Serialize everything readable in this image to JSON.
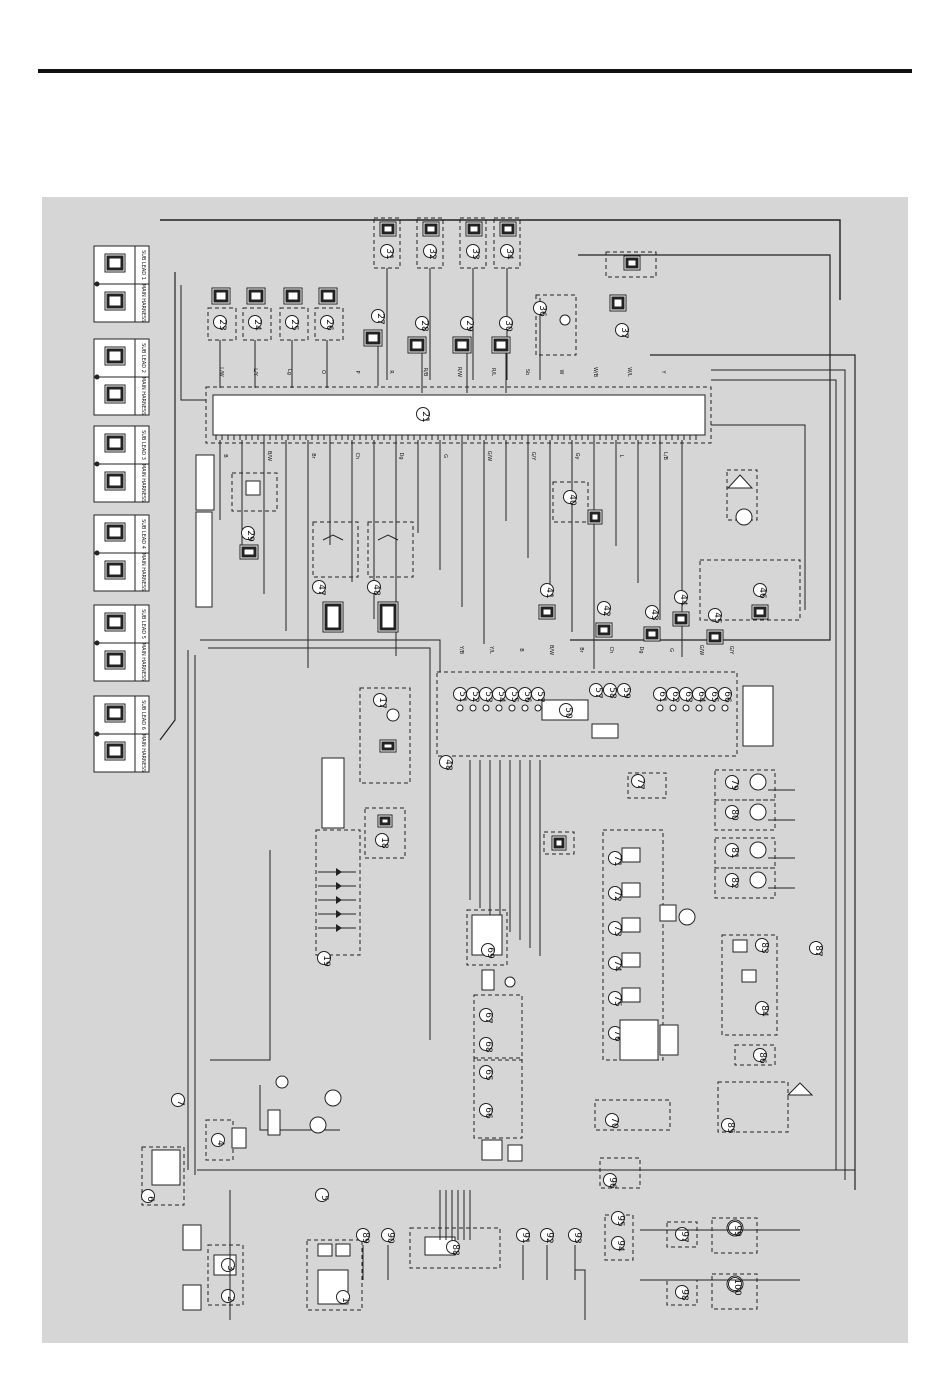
{
  "diagram": {
    "ecu_label": "21",
    "connector_numbers": [
      "1",
      "2",
      "3",
      "4",
      "5",
      "6",
      "7",
      "8",
      "9",
      "10",
      "11",
      "12",
      "13",
      "14",
      "15",
      "16",
      "17",
      "18",
      "19",
      "20",
      "21",
      "22",
      "23",
      "24",
      "25",
      "26",
      "27",
      "28",
      "29",
      "30",
      "31",
      "32",
      "33",
      "34",
      "35",
      "36",
      "37",
      "38",
      "39",
      "40",
      "41",
      "42",
      "43",
      "44",
      "45",
      "46",
      "47",
      "48",
      "49",
      "50",
      "51",
      "52",
      "53",
      "54",
      "55",
      "56",
      "57",
      "58",
      "59",
      "60",
      "61",
      "62",
      "63",
      "64",
      "65",
      "66",
      "67",
      "68",
      "69",
      "70",
      "71",
      "72",
      "73",
      "74",
      "75",
      "76",
      "77",
      "78",
      "79",
      "80",
      "81",
      "82",
      "83",
      "84",
      "85",
      "86",
      "87",
      "88",
      "89",
      "90",
      "91",
      "92",
      "93",
      "94",
      "95",
      "96",
      "97",
      "98",
      "99",
      "100"
    ],
    "legend": [
      {
        "left": "MAIN HARNESS",
        "right": "SUB LEAD 1"
      },
      {
        "left": "MAIN HARNESS",
        "right": "SUB LEAD 2"
      },
      {
        "left": "MAIN HARNESS",
        "right": "SUB LEAD 3"
      },
      {
        "left": "MAIN HARNESS",
        "right": "SUB LEAD 4"
      },
      {
        "left": "MAIN HARNESS",
        "right": "SUB LEAD 5"
      },
      {
        "left": "MAIN HARNESS",
        "right": "SUB LEAD 6"
      }
    ],
    "wire_colors": [
      "B",
      "B/W",
      "Br",
      "Ch",
      "Dg",
      "G",
      "G/W",
      "G/Y",
      "Gy",
      "L",
      "L/B",
      "L/W",
      "L/Y",
      "Lg",
      "O",
      "P",
      "R",
      "R/B",
      "R/W",
      "R/L",
      "Sb",
      "W",
      "W/B",
      "W/L",
      "Y",
      "Y/B",
      "Y/L"
    ]
  }
}
